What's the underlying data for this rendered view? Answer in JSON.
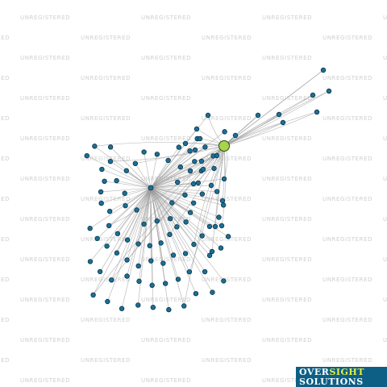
{
  "watermark": {
    "text": "UNREGISTERED"
  },
  "logo": {
    "line1_white": "OVER",
    "line1_accent": "SIGHT",
    "line2": "SOLUTIONS",
    "brand_color": "#0d5f86",
    "accent_color": "#e6ee3c"
  },
  "graph": {
    "focus_node_color": "#a8d44a",
    "node_color": "#1c6f95",
    "edge_color": "#9a9a9a"
  }
}
